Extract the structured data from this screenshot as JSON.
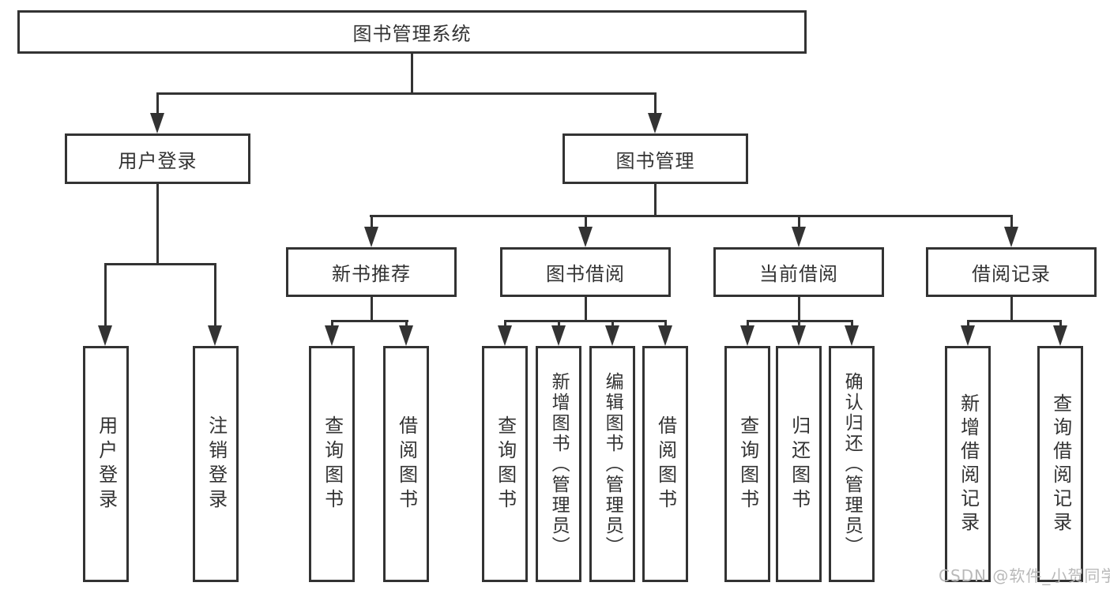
{
  "diagram": {
    "type": "org-tree",
    "title": "图书管理系统",
    "colors": {
      "line": "#333333",
      "box_border": "#333333",
      "box_fill": "#ffffff",
      "text": "#333333",
      "watermark": "#b9b9b9",
      "background": "#ffffff"
    }
  },
  "tree": {
    "label": "图书管理系统",
    "children": [
      {
        "label": "用户登录",
        "children": [
          {
            "label": "用户登录"
          },
          {
            "label": "注销登录"
          }
        ]
      },
      {
        "label": "图书管理",
        "children": [
          {
            "label": "新书推荐",
            "children": [
              {
                "label": "查询图书"
              },
              {
                "label": "借阅图书"
              }
            ]
          },
          {
            "label": "图书借阅",
            "children": [
              {
                "label": "查询图书"
              },
              {
                "label": "新增图书（管理员）"
              },
              {
                "label": "编辑图书（管理员）"
              },
              {
                "label": "借阅图书"
              }
            ]
          },
          {
            "label": "当前借阅",
            "children": [
              {
                "label": "查询图书"
              },
              {
                "label": "归还图书"
              },
              {
                "label": "确认归还（管理员）"
              }
            ]
          },
          {
            "label": "借阅记录",
            "children": [
              {
                "label": "新增借阅记录"
              },
              {
                "label": "查询借阅记录"
              }
            ]
          }
        ]
      }
    ]
  },
  "watermark": "CSDN @软件_小贺同学"
}
